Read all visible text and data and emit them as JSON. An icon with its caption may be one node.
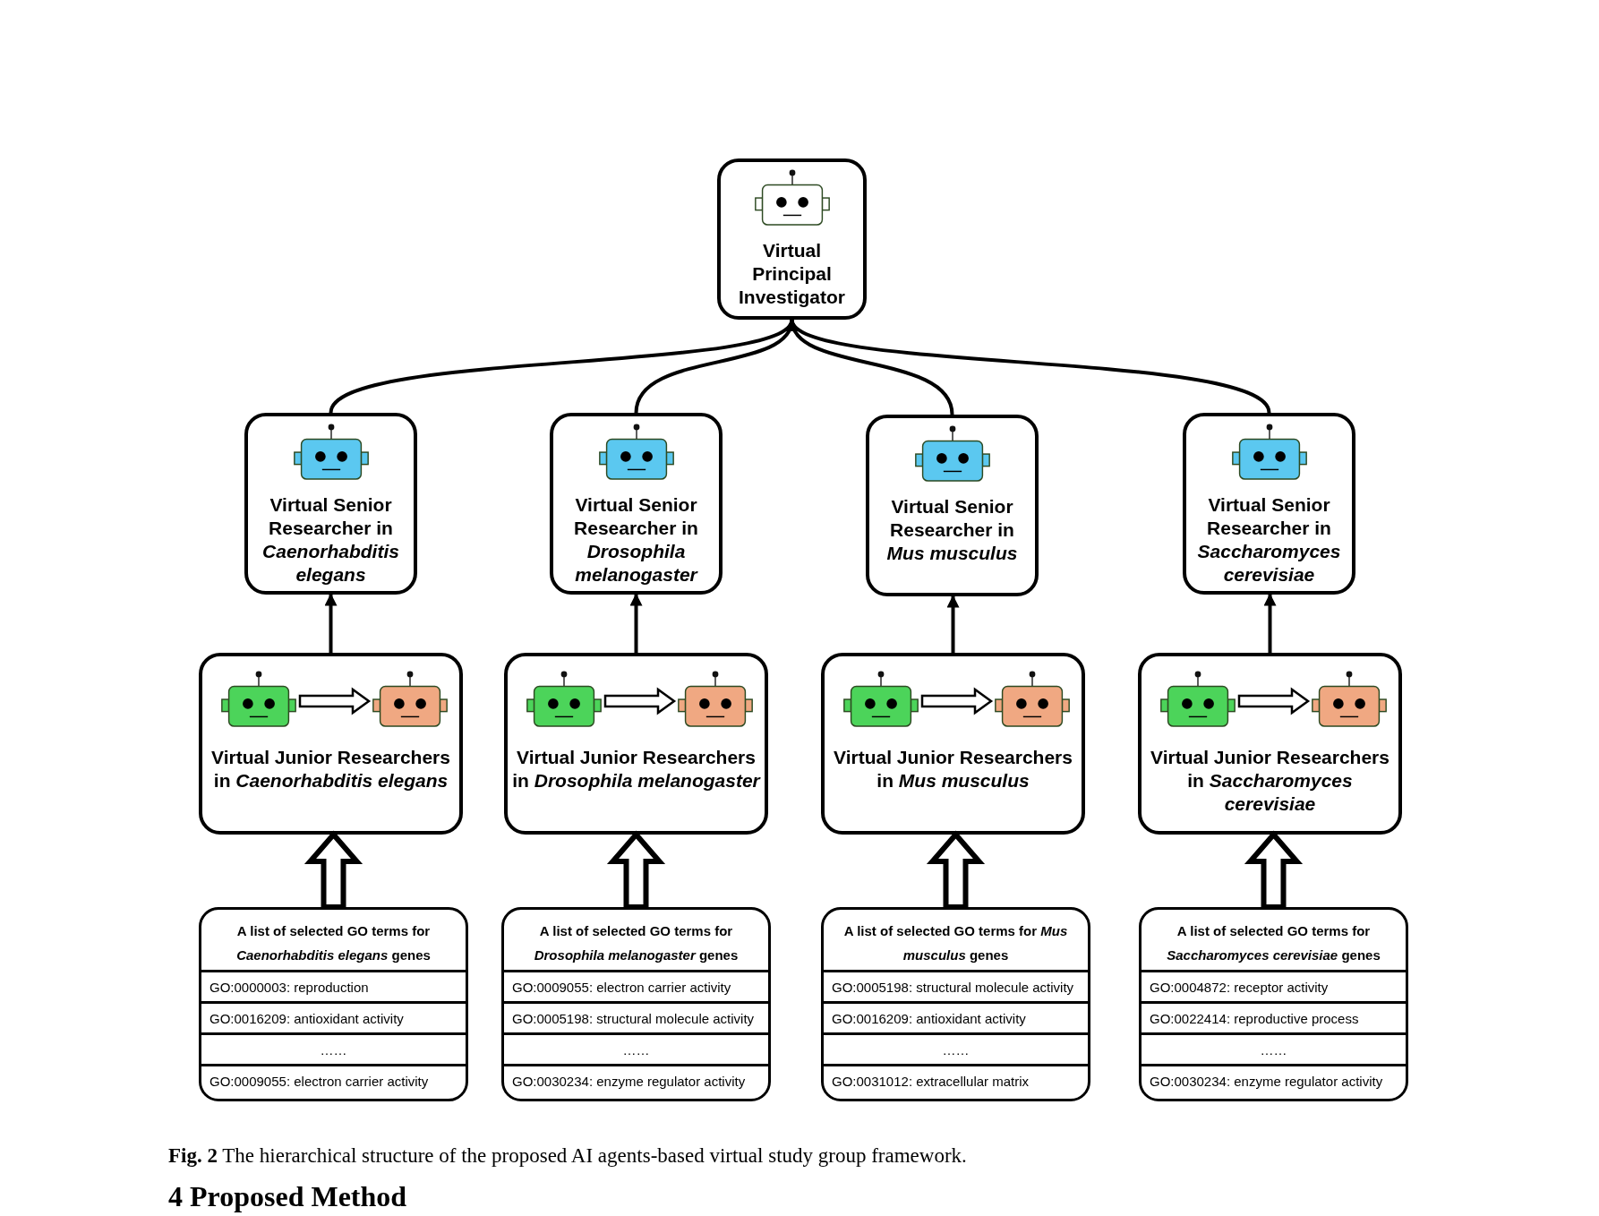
{
  "diagram": {
    "nodes": [
      {
        "text": [
          "Virtual Principal Investigator"
        ]
      },
      {
        "text": [
          "Virtual Senior Researcher in *Caenorhabditis elegans*"
        ]
      },
      {
        "text": [
          "Virtual Senior Researcher in *Drosophila melanogaster*"
        ]
      },
      {
        "text": [
          "Virtual Senior Researcher in *Mus musculus*"
        ]
      },
      {
        "text": [
          "Virtual Senior Researcher in *Saccharomyces cerevisiae*"
        ]
      },
      {
        "text": [
          "Virtual Junior Researchers in *Caenorhabditis elegans*"
        ]
      },
      {
        "text": [],
        "shape": "picture",
        "in": 5
      },
      {
        "text": [],
        "shape": "picture",
        "in": 5
      },
      {
        "text": [
          "Virtual Junior Researchers in *Drosophila melanogaster*"
        ]
      },
      {
        "text": [],
        "shape": "picture",
        "in": 8
      },
      {
        "text": [],
        "shape": "picture",
        "in": 8
      },
      {
        "text": [
          "Virtual Junior Researchers in *Mus musculus*"
        ]
      },
      {
        "text": [],
        "shape": "picture",
        "in": 11
      },
      {
        "text": [],
        "shape": "picture",
        "in": 11
      },
      {
        "text": [
          "Virtual Junior Researchers in *Saccharomyces cerevisiae*"
        ]
      },
      {
        "text": [],
        "shape": "picture",
        "in": 14
      },
      {
        "text": [],
        "shape": "picture",
        "in": 14
      },
      {
        "text": [
          "A list of selected GO terms for *Caenorhabditis elegans* genes",
          "GO:0000003: reproduction",
          "GO:0016209: antioxidant activity",
          "……",
          "GO:0009055: electron carrier activity"
        ]
      },
      {
        "text": [
          "A list of selected GO terms for *Drosophila melanogaster* genes",
          "GO:0009055: electron carrier activity",
          "GO:0005198: structural molecule activity",
          "……",
          "GO:0030234: enzyme regulator activity"
        ]
      },
      {
        "text": [
          "A list of selected GO terms for *Mus musculus* genes",
          "GO:0005198: structural molecule activity",
          "GO:0016209: antioxidant activity",
          "……",
          "GO:0031012: extracellular matrix"
        ]
      },
      {
        "text": [
          "A list of selected GO terms for *Saccharomyces cerevisiae* genes",
          "GO:0004872: receptor activity",
          "GO:0022414: reproductive process",
          "……",
          "GO:0030234: enzyme regulator activity"
        ]
      }
    ],
    "edges": [
      {
        "from": 1,
        "to": 0,
        "arrow": "to"
      },
      {
        "from": 2,
        "to": 0,
        "arrow": "to"
      },
      {
        "from": 3,
        "to": 0,
        "arrow": "to"
      },
      {
        "from": 4,
        "to": 0,
        "arrow": "to"
      },
      {
        "from": 5,
        "to": 1,
        "arrow": "to"
      },
      {
        "from": 8,
        "to": 2,
        "arrow": "to"
      },
      {
        "from": 11,
        "to": 3,
        "arrow": "to"
      },
      {
        "from": 14,
        "to": 4,
        "arrow": "to"
      },
      {
        "from": 6,
        "to": 7,
        "arrow": "to",
        "style": "thick"
      },
      {
        "from": 9,
        "to": 10,
        "arrow": "to",
        "style": "thick"
      },
      {
        "from": 12,
        "to": 13,
        "arrow": "to",
        "style": "thick"
      },
      {
        "from": 15,
        "to": 16,
        "arrow": "to",
        "style": "thick"
      },
      {
        "from": 17,
        "to": 5,
        "arrow": "to",
        "style": "thick"
      },
      {
        "from": 18,
        "to": 8,
        "arrow": "to",
        "style": "thick"
      },
      {
        "from": 19,
        "to": 11,
        "arrow": "to",
        "style": "thick"
      },
      {
        "from": 20,
        "to": 14,
        "arrow": "to",
        "style": "thick"
      }
    ],
    "caption": "**Fig. 2** The hierarchical structure of the proposed AI agents-based virtual study group framework.",
    "labels": [
      "4 Proposed Method"
    ]
  }
}
